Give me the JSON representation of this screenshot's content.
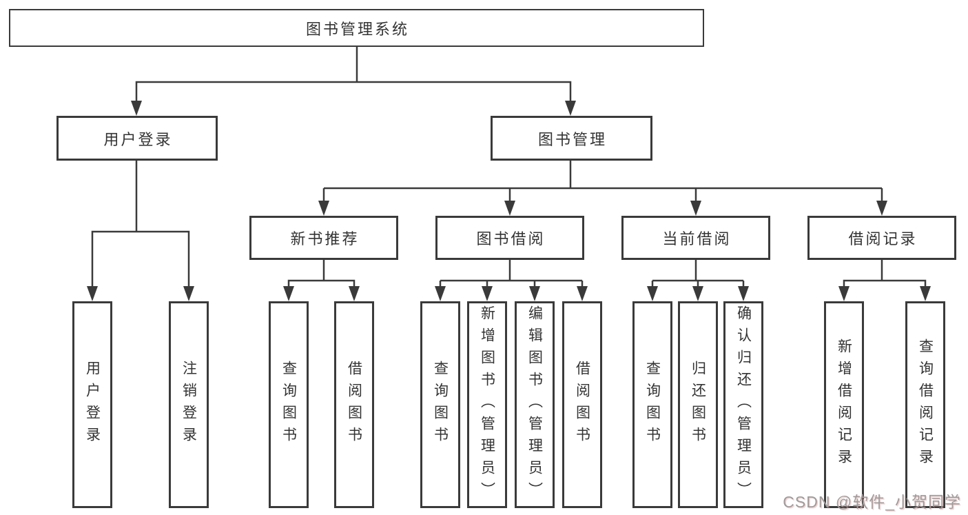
{
  "diagram": {
    "type": "hierarchy-tree",
    "root": {
      "label": "图书管理系统",
      "children": [
        {
          "label": "用户登录",
          "children": [
            {
              "label": "用户登录"
            },
            {
              "label": "注销登录"
            }
          ]
        },
        {
          "label": "图书管理",
          "children": [
            {
              "label": "新书推荐",
              "children": [
                {
                  "label": "查询图书"
                },
                {
                  "label": "借阅图书"
                }
              ]
            },
            {
              "label": "图书借阅",
              "children": [
                {
                  "label": "查询图书"
                },
                {
                  "label": "新增图书（管理员）"
                },
                {
                  "label": "编辑图书（管理员）"
                },
                {
                  "label": "借阅图书"
                }
              ]
            },
            {
              "label": "当前借阅",
              "children": [
                {
                  "label": "查询图书"
                },
                {
                  "label": "归还图书"
                },
                {
                  "label": "确认归还（管理员）"
                }
              ]
            },
            {
              "label": "借阅记录",
              "children": [
                {
                  "label": "新增借阅记录"
                },
                {
                  "label": "查询借阅记录"
                }
              ]
            }
          ]
        }
      ]
    }
  },
  "watermark": {
    "text": "CSDN @软件_小贺同学"
  },
  "colors": {
    "line": "#3a3a3a",
    "box_border": "#3a3a3a",
    "text": "#333333",
    "background": "#ffffff",
    "watermark_text": "#9c9c9c"
  }
}
